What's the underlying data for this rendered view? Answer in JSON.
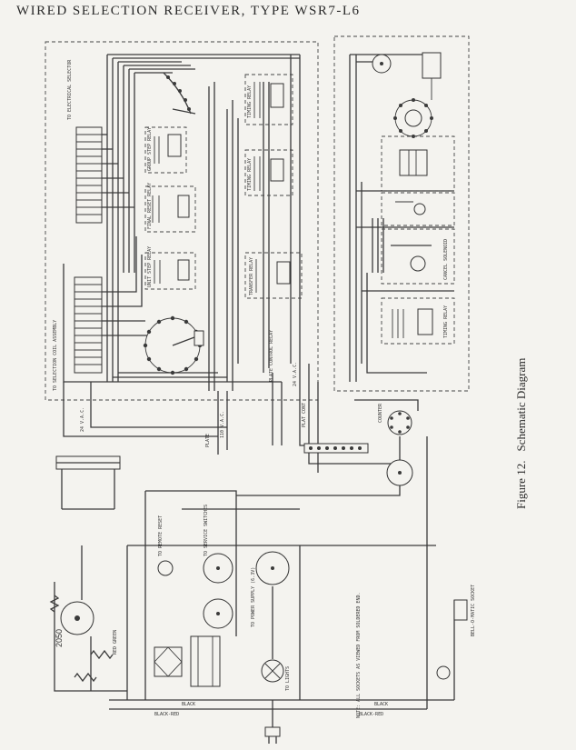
{
  "title": "WIRED SELECTION RECEIVER, TYPE WSR7-L6",
  "caption": {
    "figure": "Figure 12.",
    "subject": "Schematic Diagram"
  },
  "labels": {
    "to_electrical_selector": "TO ELECTRICAL SELECTOR",
    "to_selection_coil_assembly": "TO SELECTION COIL ASSEMBLY",
    "group_step_relay": "GROUP STEP RELAY",
    "timing_relay_1": "TIMING RELAY",
    "timing_relay_2": "TIMING RELAY",
    "final_reset_relay": "FINAL RESET RELAY",
    "unit_step_relay": "UNIT STEP RELAY",
    "transfer_relay": "TRANSFER RELAY",
    "plate_control_relay": "PLATE CONTROL RELAY",
    "cancel_solenoid": "CANCEL SOLENOID",
    "timing_relay_3": "TIMING RELAY",
    "counter": "COUNTER",
    "plate": "PLATE",
    "v24ac_1": "24 V.A.C.",
    "v24ac_2": "24 V.A.C.",
    "v110ac": "110 V.A.C.",
    "plate_cont": "PLAT CONT",
    "to_remote_reset": "TO REMOTE RESET",
    "to_service_switches": "TO SERVICE SWITCHES",
    "to_power_supply": "TO POWER SUPPLY (6.3V)",
    "to_lights": "TO LIGHTS",
    "bell_o_matic_socket": "BELL-O-MATIC SOCKET",
    "tube_2050": "2050",
    "red_green": "RED GREEN",
    "black": "BLACK",
    "black_red": "BLACK-RED",
    "note": "NOTE: ALL SOCKETS AS VIEWED FROM SOLDERED END."
  }
}
